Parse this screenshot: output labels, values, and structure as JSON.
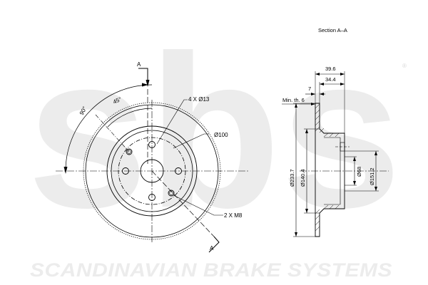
{
  "brand": {
    "logo_text": "sbs",
    "registered_mark": "®",
    "footer": "SCANDINAVIAN BRAKE SYSTEMS",
    "watermark_color": "#ececec"
  },
  "front_view": {
    "section_marker_top": "A",
    "section_marker_bottom": "A",
    "angle_90": "90°",
    "angle_45": "45°",
    "bolt_holes": "4 X Ø13",
    "bolt_circle": "Ø100",
    "threaded_holes": "2 X M8"
  },
  "section_view": {
    "title": "Section A–A",
    "dim_total_width": "39.6",
    "dim_hub_width": "34.4",
    "dim_thickness": "7",
    "min_thickness": "Min. th. 6",
    "outer_diameter": "Ø233.7",
    "hub_diameter": "Ø140.4",
    "center_bore": "Ø68",
    "braking_diameter": "Ø151.2"
  }
}
